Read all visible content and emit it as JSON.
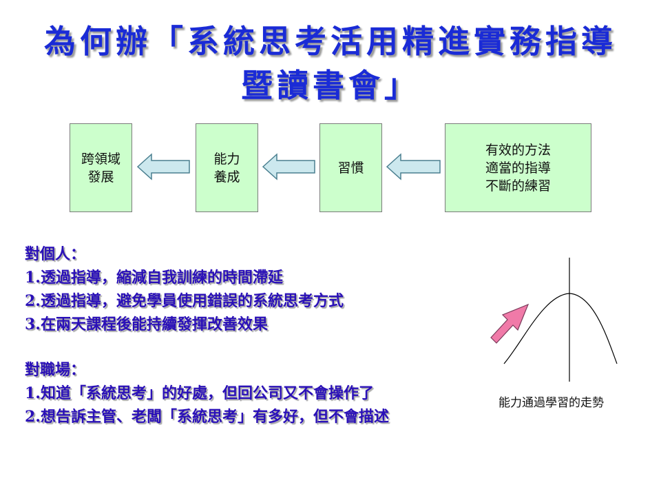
{
  "title": {
    "line1": "為何辦「系統思考活用精進實務指導",
    "line2": "暨讀書會」"
  },
  "flow": {
    "boxes": [
      {
        "lines": [
          "跨領域",
          "發展"
        ]
      },
      {
        "lines": [
          "能力",
          "養成"
        ]
      },
      {
        "lines": [
          "習慣"
        ]
      },
      {
        "lines": [
          "有效的方法",
          "適當的指導",
          "不斷的練習"
        ]
      }
    ],
    "colors": {
      "box_fill": "#ccffcc",
      "arrow_fill": "#cce8ee",
      "arrow_stroke": "#4a7f8f"
    }
  },
  "personal": {
    "heading": "對個人：",
    "items": [
      "1.透過指導，縮減自我訓練的時間滯延",
      "2.透過指導，避免學員使用錯誤的系統思考方式",
      "3.在兩天課程後能持續發揮改善效果"
    ]
  },
  "workplace": {
    "heading": "對職場：",
    "items": [
      "1.知道「系統思考」的好處，但回公司又不會操作了",
      "2.想告訴主管、老闆「系統思考」有多好，但不會描述"
    ]
  },
  "curve": {
    "caption": "能力通過學習的走勢",
    "arrow_color": "#f07aa8"
  },
  "colors": {
    "title": "#1a2bd6",
    "list_text": "#2a10b8"
  }
}
